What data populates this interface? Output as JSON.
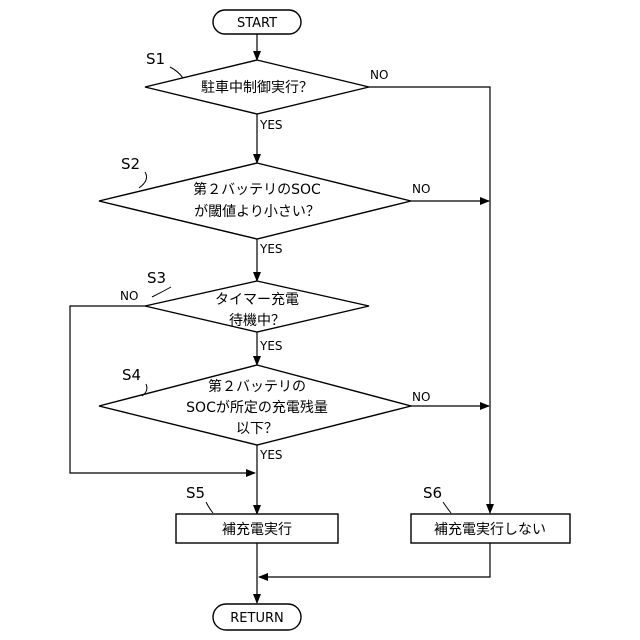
{
  "terminals": {
    "start": "START",
    "end": "RETURN"
  },
  "branch": {
    "yes": "YES",
    "no": "NO"
  },
  "steps": {
    "s1": {
      "label": "S1",
      "lines": [
        "駐車中制御実行？"
      ]
    },
    "s2": {
      "label": "S2",
      "lines": [
        "第２バッテリのSOC",
        "が閾値より小さい？"
      ]
    },
    "s3": {
      "label": "S3",
      "lines": [
        "タイマー充電",
        "待機中？"
      ]
    },
    "s4": {
      "label": "S4",
      "lines": [
        "第２バッテリの",
        "SOCが所定の充電残量",
        "以下？"
      ]
    },
    "s5": {
      "label": "S5",
      "text": "補充電実行"
    },
    "s6": {
      "label": "S6",
      "text": "補充電実行しない"
    }
  }
}
